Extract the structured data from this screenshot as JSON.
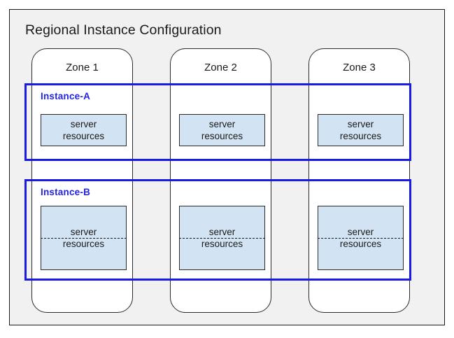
{
  "diagram": {
    "title": "Regional Instance Configuration",
    "colors": {
      "instance_outline": "#1a1ae6",
      "instance_label": "#2323e6",
      "server_box_fill": "#d2e3f3",
      "region_fill": "#f1f1f1",
      "zone_fill": "#ffffff",
      "outline": "#1a1a1a"
    },
    "zones": [
      {
        "label": "Zone 1"
      },
      {
        "label": "Zone 2"
      },
      {
        "label": "Zone 3"
      }
    ],
    "instances": [
      {
        "label": "Instance-A",
        "split": false,
        "resources": [
          {
            "line1": "server",
            "line2": "resources"
          },
          {
            "line1": "server",
            "line2": "resources"
          },
          {
            "line1": "server",
            "line2": "resources"
          }
        ]
      },
      {
        "label": "Instance-B",
        "split": true,
        "resources": [
          {
            "line1": "server",
            "line2": "resources"
          },
          {
            "line1": "server",
            "line2": "resources"
          },
          {
            "line1": "server",
            "line2": "resources"
          }
        ]
      }
    ]
  }
}
